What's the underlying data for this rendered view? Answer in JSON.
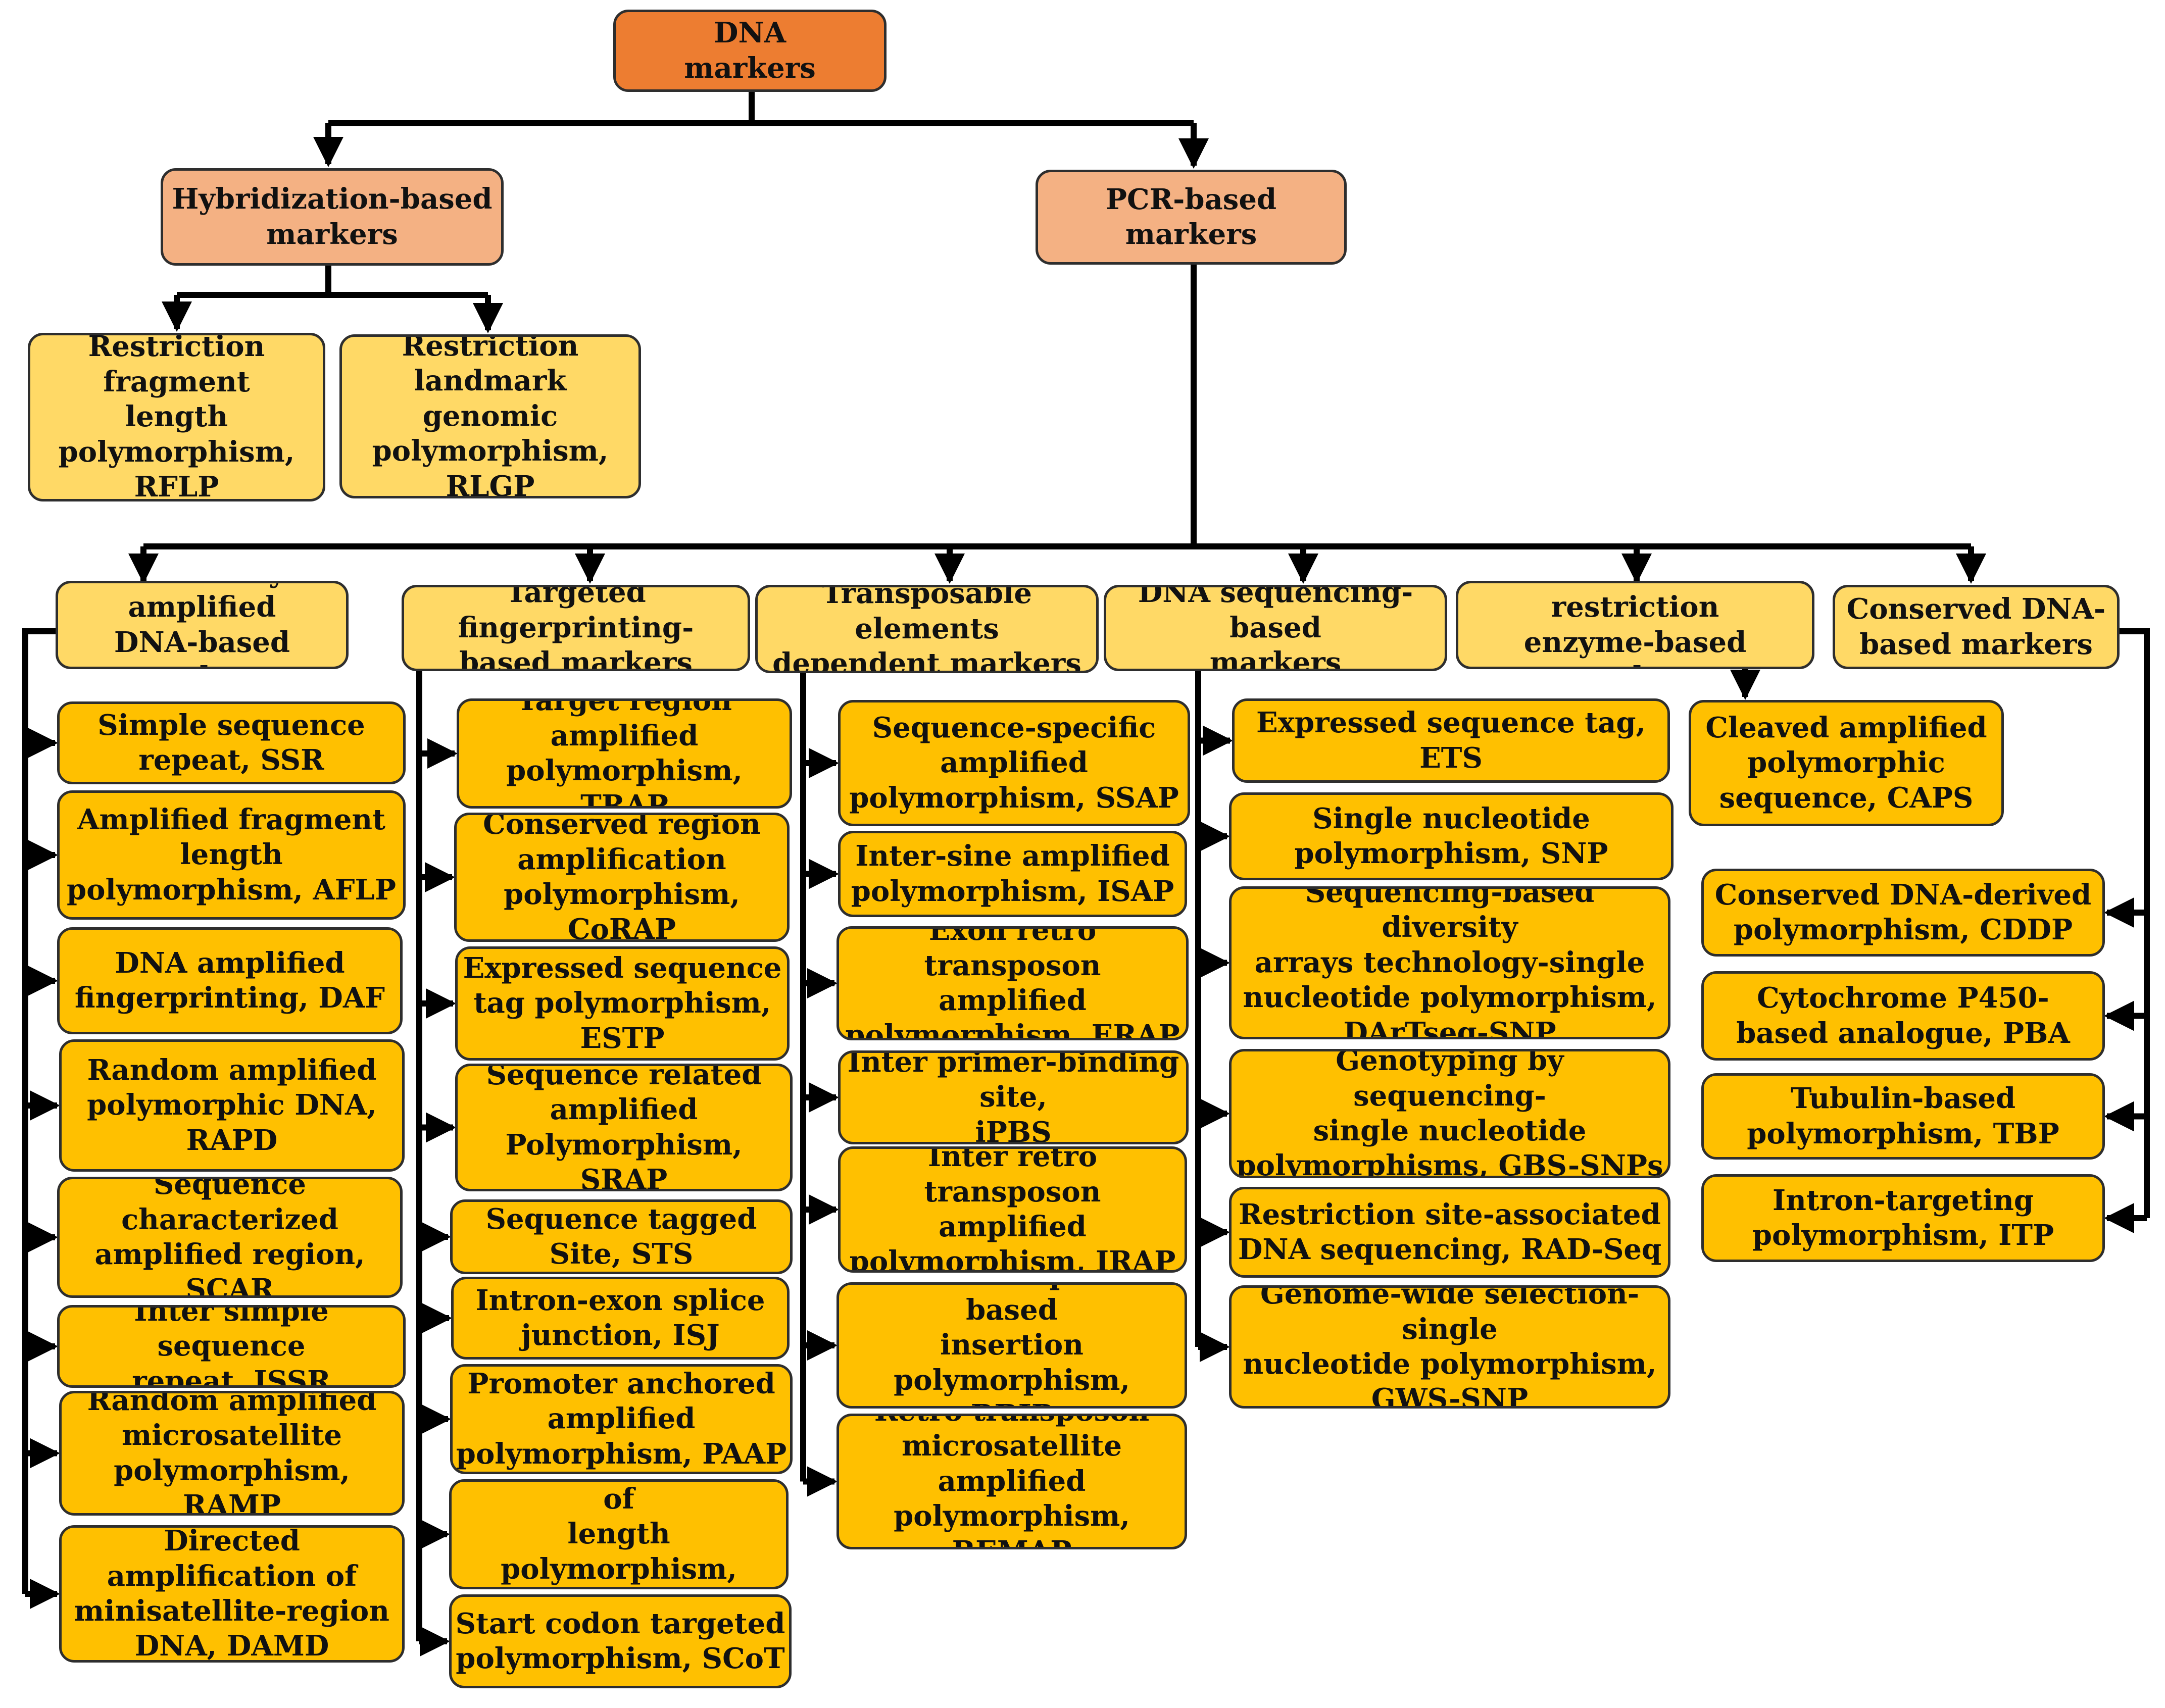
{
  "colors": {
    "root": "#ed7d31",
    "first_level": "#f4b183",
    "second_level": "#ffd966",
    "leaf": "#ffc000",
    "connector": "#000000"
  },
  "root": {
    "label": "DNA\nmarkers"
  },
  "hybridization": {
    "label": "Hybridization-based\nmarkers",
    "children": [
      "Restriction fragment\nlength\npolymorphism,\nRFLP",
      "Restriction\nlandmark genomic\npolymorphism,\nRLGP"
    ]
  },
  "pcr": {
    "label": "PCR-based markers",
    "groups": [
      {
        "label": "Arbitrarily amplified\nDNA-based markers",
        "items": [
          "Simple sequence\nrepeat, SSR",
          "Amplified fragment\nlength\npolymorphism, AFLP",
          "DNA amplified\nfingerprinting, DAF",
          "Random amplified\npolymorphic DNA,\nRAPD",
          "Sequence characterized\namplified region, SCAR",
          "Inter simple sequence\nrepeat, ISSR",
          "Random amplified\nmicrosatellite\npolymorphism, RAMP",
          "Directed amplification of\nminisatellite-region\nDNA, DAMD"
        ]
      },
      {
        "label": "Targeted fingerprinting-\nbased  markers",
        "items": [
          "Target region\namplified\npolymorphism, TRAP",
          "Conserved region\namplification\npolymorphism, CoRAP",
          "Expressed sequence\ntag polymorphism,\nESTP",
          "Sequence related\namplified\nPolymorphism, SRAP",
          "Sequence tagged\nSite, STS",
          "Intron-exon splice\njunction, ISJ",
          "Promoter anchored\namplified\npolymorphism, PAAP",
          "Direct amplification of\nlength polymorphism,\nDALP",
          "Start codon targeted\npolymorphism, SCoT"
        ]
      },
      {
        "label": "Transposable elements\ndependent markers",
        "items": [
          "Sequence-specific\namplified\npolymorphism, SSAP",
          "Inter-sine amplified\npolymorphism, ISAP",
          "Exon retro transposon\namplified\npolymorphism, ERAP",
          "Inter primer-binding site,\niPBS",
          "Inter retro transposon\namplified\npolymorphism, IRAP",
          "Retro transposon-based\ninsertion polymorphism,\nRBIP",
          "Retro transposon\nmicrosatellite amplified\npolymorphism, REMAP"
        ]
      },
      {
        "label": "DNA sequencing-based\nmarkers",
        "items": [
          "Expressed sequence tag,\nETS",
          "Single nucleotide\npolymorphism, SNP",
          "Sequencing-based diversity\narrays technology-single\nnucleotide polymorphism,\nDArTseq-SNP",
          "Genotyping by sequencing-\nsingle nucleotide\npolymorphisms, GBS-SNPs",
          "Restriction site-associated\nDNA sequencing, RAD-Seq",
          "Genome-wide  selection- single\nnucleotide polymorphism,\nGWS-SNP"
        ]
      },
      {
        "label": "Endonuclease restriction\nenzyme-based markers",
        "items": [
          "Cleaved amplified\npolymorphic\nsequence, CAPS"
        ]
      },
      {
        "label": "Conserved DNA-\nbased markers",
        "items": [
          "Conserved DNA-derived\npolymorphism, CDDP",
          "Cytochrome P450-\nbased analogue, PBA",
          "Tubulin-based\npolymorphism, TBP",
          "Intron-targeting\npolymorphism, ITP"
        ]
      }
    ]
  }
}
